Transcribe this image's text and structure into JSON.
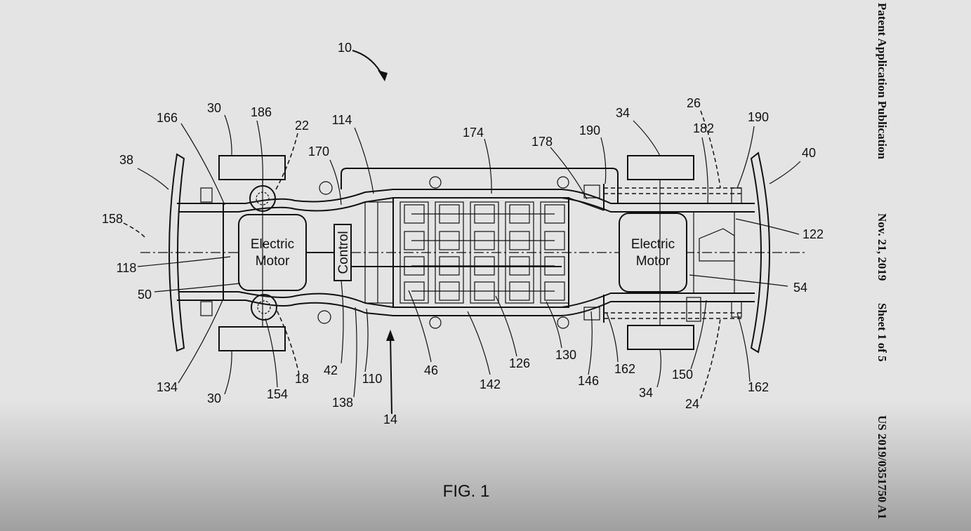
{
  "header": {
    "publication": "Patent Application Publication",
    "date": "Nov. 21, 2019",
    "sheet": "Sheet 1 of 5",
    "number": "US 2019/0351750 A1"
  },
  "figure": {
    "caption": "FIG. 1",
    "components": {
      "front_motor": [
        "Electric",
        "Motor"
      ],
      "rear_motor": [
        "Electric",
        "Motor"
      ],
      "control": "Control"
    },
    "reference_numerals": [
      "10",
      "166",
      "30",
      "186",
      "22",
      "170",
      "114",
      "174",
      "178",
      "190",
      "34",
      "26",
      "182",
      "190",
      "38",
      "40",
      "158",
      "118",
      "50",
      "122",
      "54",
      "134",
      "30",
      "154",
      "18",
      "42",
      "138",
      "110",
      "14",
      "46",
      "142",
      "126",
      "130",
      "146",
      "162",
      "34",
      "150",
      "24",
      "162"
    ]
  }
}
